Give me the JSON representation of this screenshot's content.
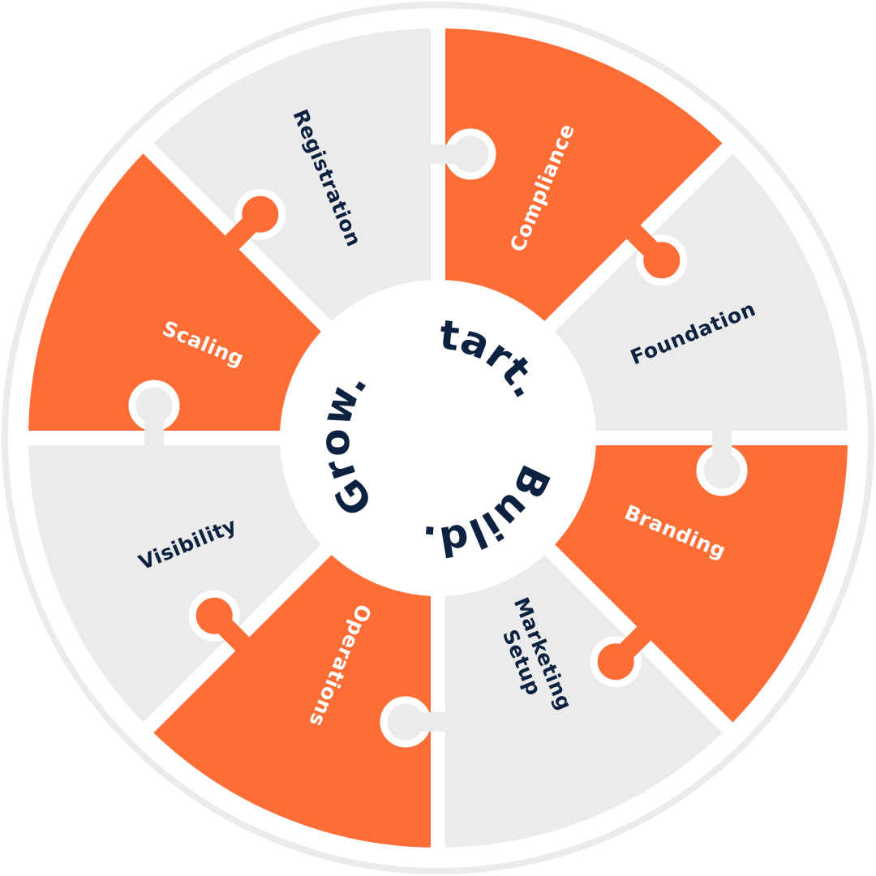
{
  "colors": {
    "orange": "#FF6D37",
    "gray": "#EBEBEB",
    "navy": "#0D2240",
    "ring": "#EBEBEB",
    "white": "#FFFFFF"
  },
  "center_words": [
    {
      "text": "Start."
    },
    {
      "text": "Build."
    },
    {
      "text": "Grow."
    }
  ],
  "pieces": [
    {
      "label": "Compliance",
      "color": "orange"
    },
    {
      "label": "Foundation",
      "color": "gray"
    },
    {
      "label": "Branding",
      "color": "orange"
    },
    {
      "label": "Marketing Setup",
      "color": "gray"
    },
    {
      "label": "Operations",
      "color": "orange"
    },
    {
      "label": "Visibility",
      "color": "gray"
    },
    {
      "label": "Scaling",
      "color": "orange"
    },
    {
      "label": "Registration",
      "color": "gray"
    }
  ]
}
